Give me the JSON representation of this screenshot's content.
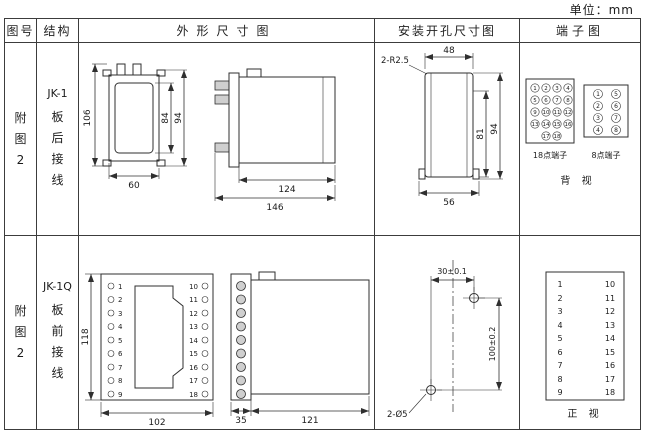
{
  "unit_label": "单位：mm",
  "headers": {
    "fig_no": "图号",
    "structure": "结构",
    "outline": "外形尺寸图",
    "install": "安装开孔尺寸图",
    "terminal": "端子图"
  },
  "row1": {
    "fig_no": "附图2",
    "model": "JK-1",
    "wiring": "板后接线",
    "front": {
      "height_total": "106",
      "height_inner": "84",
      "height_outer": "94",
      "width": "60"
    },
    "side": {
      "body_width": "124",
      "total_width": "146"
    },
    "install": {
      "corner_radius": "2-R2.5",
      "width_top": "48",
      "height_inner": "81",
      "height_outer": "94",
      "width_bottom": "56"
    },
    "terminal18": {
      "label": "18点端子",
      "numbers": [
        "1",
        "2",
        "3",
        "4",
        "5",
        "6",
        "7",
        "8",
        "9",
        "10",
        "11",
        "12",
        "13",
        "14",
        "15",
        "16",
        "17",
        "18"
      ]
    },
    "terminal8": {
      "label": "8点端子",
      "numbers": [
        "1",
        "2",
        "3",
        "4",
        "5",
        "6",
        "7",
        "8"
      ]
    },
    "view_label": "背 视"
  },
  "row2": {
    "fig_no": "附图2",
    "model": "JK-1Q",
    "wiring": "板前接线",
    "front": {
      "height": "118",
      "width": "102",
      "left_terminals": [
        "1",
        "2",
        "3",
        "4",
        "5",
        "6",
        "7",
        "8",
        "9"
      ],
      "right_terminals": [
        "10",
        "11",
        "12",
        "13",
        "14",
        "15",
        "16",
        "17",
        "18"
      ]
    },
    "side": {
      "strip_width": "35",
      "body_width": "121"
    },
    "install": {
      "hole_offset": "30±0.1",
      "hole_spacing": "100±0.2",
      "holes": "2-Ø5"
    },
    "terminal_map": {
      "left": [
        "1",
        "2",
        "3",
        "4",
        "5",
        "6",
        "7",
        "8",
        "9"
      ],
      "right": [
        "10",
        "11",
        "12",
        "13",
        "14",
        "15",
        "16",
        "17",
        "18"
      ]
    },
    "view_label": "正 视"
  }
}
